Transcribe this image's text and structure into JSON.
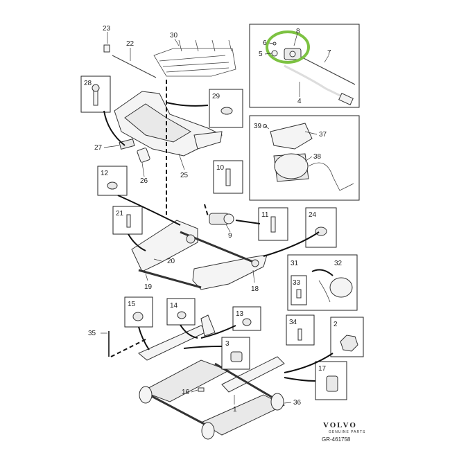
{
  "labels": {
    "p1": "1",
    "p2": "2",
    "p3": "3",
    "p4": "4",
    "p5": "5",
    "p6": "6",
    "p7": "7",
    "p8": "8",
    "p9": "9",
    "p10": "10",
    "p11": "11",
    "p12": "12",
    "p13": "13",
    "p14": "14",
    "p15": "15",
    "p16": "16",
    "p17": "17",
    "p18": "18",
    "p19": "19",
    "p20": "20",
    "p21": "21",
    "p22": "22",
    "p23": "23",
    "p24": "24",
    "p25": "25",
    "p26": "26",
    "p27": "27",
    "p28": "28",
    "p29": "29",
    "p30": "30",
    "p31": "31",
    "p32": "32",
    "p33": "33",
    "p34": "34",
    "p35": "35",
    "p36": "36",
    "p37": "37",
    "p38": "38",
    "p39": "39"
  },
  "brand": {
    "logo": "VOLVO",
    "subtitle": "GENUINE PARTS",
    "reference": "GR-461758"
  },
  "highlight": {
    "color": "#7dc242",
    "target": "8"
  }
}
